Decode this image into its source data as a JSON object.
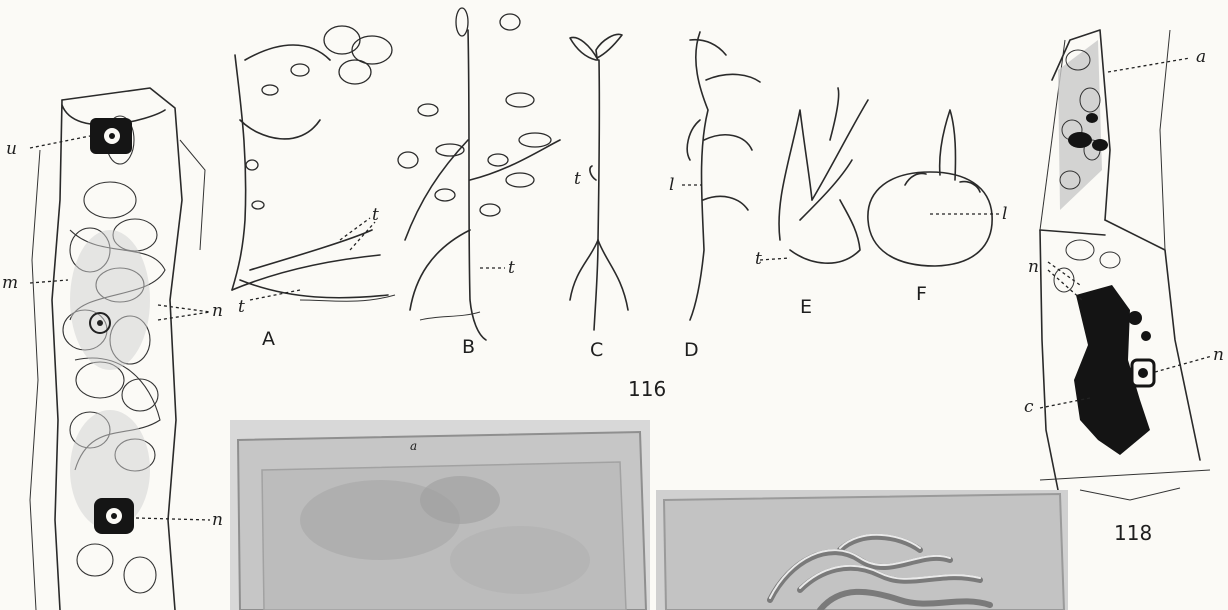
{
  "figures": {
    "fig_left": {
      "labels": [
        "u",
        "m",
        "n",
        "n"
      ]
    },
    "fig116": {
      "number": "116",
      "panels": [
        {
          "letter": "A",
          "labels": [
            "t",
            "t"
          ]
        },
        {
          "letter": "B",
          "labels": [
            "t"
          ]
        },
        {
          "letter": "C",
          "labels": [
            "t"
          ]
        },
        {
          "letter": "D",
          "labels": [
            "l"
          ]
        },
        {
          "letter": "E",
          "labels": [
            "t"
          ]
        },
        {
          "letter": "F",
          "labels": [
            "l"
          ]
        }
      ]
    },
    "fig118": {
      "number": "118",
      "labels": [
        "a",
        "n",
        "n",
        "c"
      ]
    },
    "fig_bottom": {
      "labels": [
        "a"
      ]
    }
  },
  "colors": {
    "paper": "#fbfaf6",
    "ink": "#1e1e1e",
    "photo_gray": "#bdbdbd"
  }
}
